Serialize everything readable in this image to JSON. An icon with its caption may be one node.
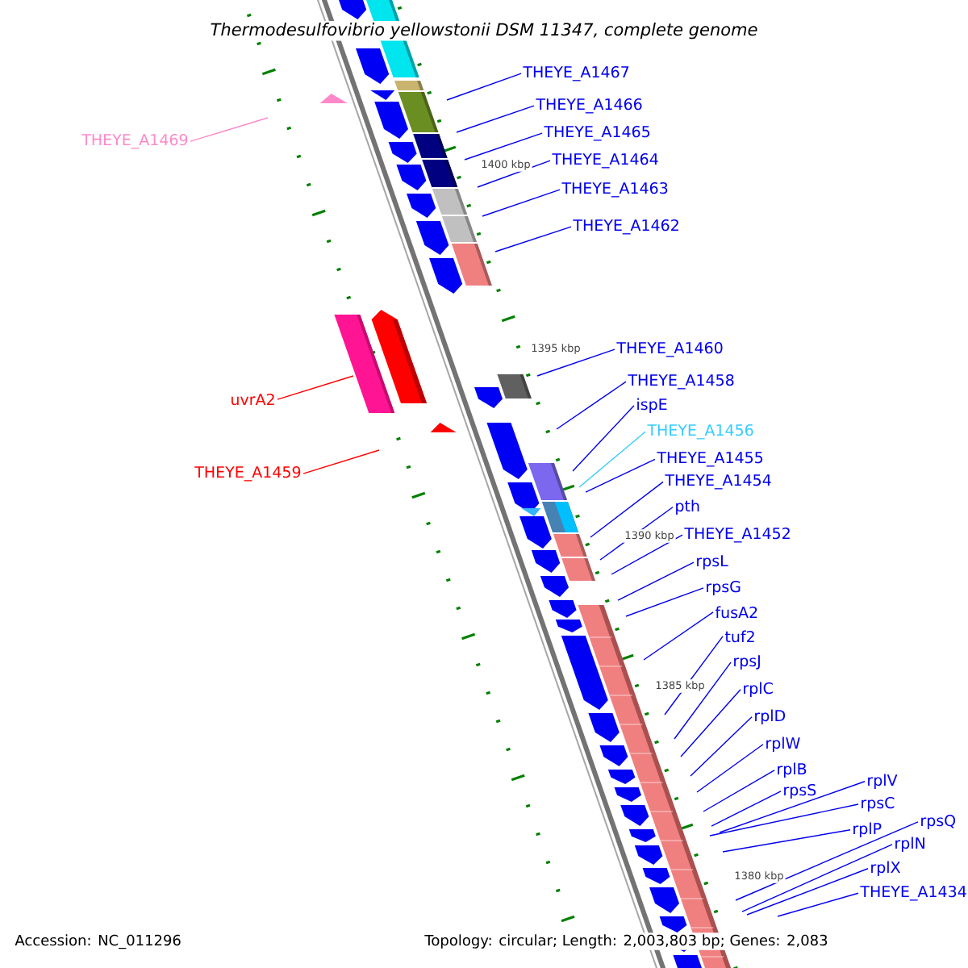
{
  "diagram": {
    "title": "Thermodesulfovibrio yellowstonii DSM 11347, complete genome",
    "nodes": [
      {
        "text": [
          "THEYE_A1469"
        ]
      },
      {
        "text": [
          "THEYE_A1467"
        ]
      },
      {
        "text": [
          "THEYE_A1466"
        ]
      },
      {
        "text": [
          "THEYE_A1465"
        ]
      },
      {
        "text": [
          "THEYE_A1464"
        ]
      },
      {
        "text": [
          "THEYE_A1463"
        ]
      },
      {
        "text": [
          "THEYE_A1462"
        ]
      },
      {
        "text": [
          "uvrA2"
        ]
      },
      {
        "text": [
          "THEYE_A1460"
        ]
      },
      {
        "text": [
          "THEYE_A1458"
        ]
      },
      {
        "text": [
          "ispE"
        ]
      },
      {
        "text": [
          "THEYE_A1459"
        ]
      },
      {
        "text": [
          "THEYE_A1456"
        ]
      },
      {
        "text": [
          "THEYE_A1455"
        ]
      },
      {
        "text": [
          "THEYE_A1454"
        ]
      },
      {
        "text": [
          "pth"
        ]
      },
      {
        "text": [
          "THEYE_A1452"
        ]
      },
      {
        "text": [
          "rpsL"
        ]
      },
      {
        "text": [
          "rpsG"
        ]
      },
      {
        "text": [
          "fusA2"
        ]
      },
      {
        "text": [
          "tuf2"
        ]
      },
      {
        "text": [
          "rpsJ"
        ]
      },
      {
        "text": [
          "rplC"
        ]
      },
      {
        "text": [
          "rplD"
        ]
      },
      {
        "text": [
          "rplW"
        ]
      },
      {
        "text": [
          "rplB"
        ]
      },
      {
        "text": [
          "rplV"
        ]
      },
      {
        "text": [
          "rpsS"
        ]
      },
      {
        "text": [
          "rpsC"
        ]
      },
      {
        "text": [
          "rpsQ"
        ]
      },
      {
        "text": [
          "rplP"
        ]
      },
      {
        "text": [
          "rplN"
        ]
      },
      {
        "text": [
          "rplX"
        ]
      },
      {
        "text": [
          "THEYE_A1434"
        ]
      }
    ],
    "edges": [
      {
        "from": 0,
        "to": null,
        "arrow": "none",
        "color": "#ff88c8"
      },
      {
        "from": 1,
        "to": null,
        "arrow": "none"
      },
      {
        "from": 2,
        "to": null,
        "arrow": "none"
      },
      {
        "from": 3,
        "to": null,
        "arrow": "none"
      },
      {
        "from": 4,
        "to": null,
        "arrow": "none"
      },
      {
        "from": 5,
        "to": null,
        "arrow": "none"
      },
      {
        "from": 6,
        "to": null,
        "arrow": "none"
      },
      {
        "from": 7,
        "to": null,
        "arrow": "none",
        "color": "#ff0000"
      },
      {
        "from": 8,
        "to": null,
        "arrow": "none"
      },
      {
        "from": 9,
        "to": null,
        "arrow": "none"
      },
      {
        "from": 10,
        "to": null,
        "arrow": "none"
      },
      {
        "from": 11,
        "to": null,
        "arrow": "none",
        "color": "#ff0000"
      },
      {
        "from": 12,
        "to": null,
        "arrow": "none",
        "color": "#33ccff"
      },
      {
        "from": 13,
        "to": null,
        "arrow": "none"
      },
      {
        "from": 14,
        "to": null,
        "arrow": "none"
      },
      {
        "from": 15,
        "to": null,
        "arrow": "none"
      },
      {
        "from": 16,
        "to": null,
        "arrow": "none"
      },
      {
        "from": 17,
        "to": null,
        "arrow": "none"
      },
      {
        "from": 18,
        "to": null,
        "arrow": "none"
      },
      {
        "from": 19,
        "to": null,
        "arrow": "none"
      },
      {
        "from": 20,
        "to": null,
        "arrow": "none"
      },
      {
        "from": 21,
        "to": null,
        "arrow": "none"
      },
      {
        "from": 22,
        "to": null,
        "arrow": "none"
      },
      {
        "from": 23,
        "to": null,
        "arrow": "none"
      },
      {
        "from": 24,
        "to": null,
        "arrow": "none"
      },
      {
        "from": 25,
        "to": null,
        "arrow": "none"
      },
      {
        "from": 26,
        "to": null,
        "arrow": "none"
      },
      {
        "from": 27,
        "to": null,
        "arrow": "none"
      },
      {
        "from": 28,
        "to": null,
        "arrow": "none"
      },
      {
        "from": 29,
        "to": null,
        "arrow": "none"
      },
      {
        "from": 30,
        "to": null,
        "arrow": "none"
      },
      {
        "from": 31,
        "to": null,
        "arrow": "none"
      },
      {
        "from": 32,
        "to": null,
        "arrow": "none"
      },
      {
        "from": 33,
        "to": null,
        "arrow": "none"
      }
    ],
    "labels": [
      "1400 kbp",
      "1395 kbp",
      "1390 kbp",
      "1385 kbp",
      "1380 kbp",
      "Accession: NC_011296",
      "Topology: circular; Length: 2,003,803 bp; Genes: 2,083"
    ]
  }
}
